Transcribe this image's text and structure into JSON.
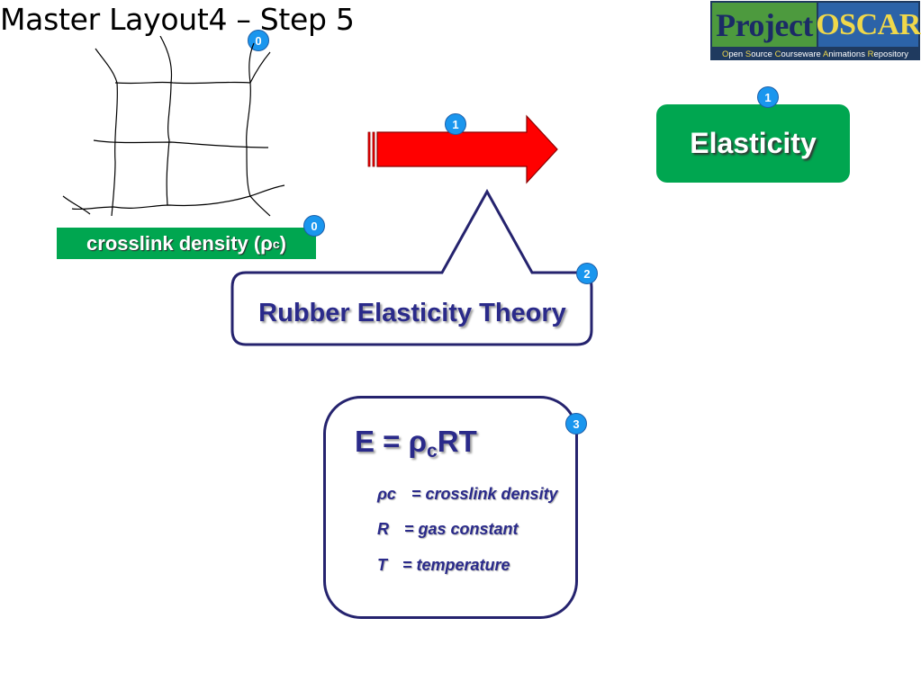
{
  "title": "Master Layout4 – Step 5",
  "logo": {
    "left_text": "Project",
    "right_text": "OSCAR",
    "subtitle_words": [
      {
        "cap": "O",
        "rest": "pen "
      },
      {
        "cap": "S",
        "rest": "ource "
      },
      {
        "cap": "C",
        "rest": "ourseware "
      },
      {
        "cap": "A",
        "rest": "nimations "
      },
      {
        "cap": "R",
        "rest": "epository"
      }
    ]
  },
  "badges": {
    "title": "0",
    "crosslink": "0",
    "arrow": "1",
    "elasticity": "1",
    "callout": "2",
    "formula": "3"
  },
  "crosslink_label": {
    "prefix": "crosslink density (ρ",
    "sub": "c",
    "suffix": ")"
  },
  "elasticity_label": "Elasticity",
  "callout_text": "Rubber Elasticity Theory",
  "equation": {
    "lhs": "E = ρ",
    "sub": "c",
    "rhs": "RT"
  },
  "definitions": [
    {
      "symbol": "ρc",
      "text": "= crosslink density"
    },
    {
      "symbol": "R",
      "text": "= gas constant"
    },
    {
      "symbol": "T",
      "text": "= temperature"
    }
  ],
  "colors": {
    "green": "#00a650",
    "navy": "#25236e",
    "text_navy": "#2a2a8a",
    "badge_blue": "#1a96ee",
    "arrow_red": "#ff0000"
  }
}
